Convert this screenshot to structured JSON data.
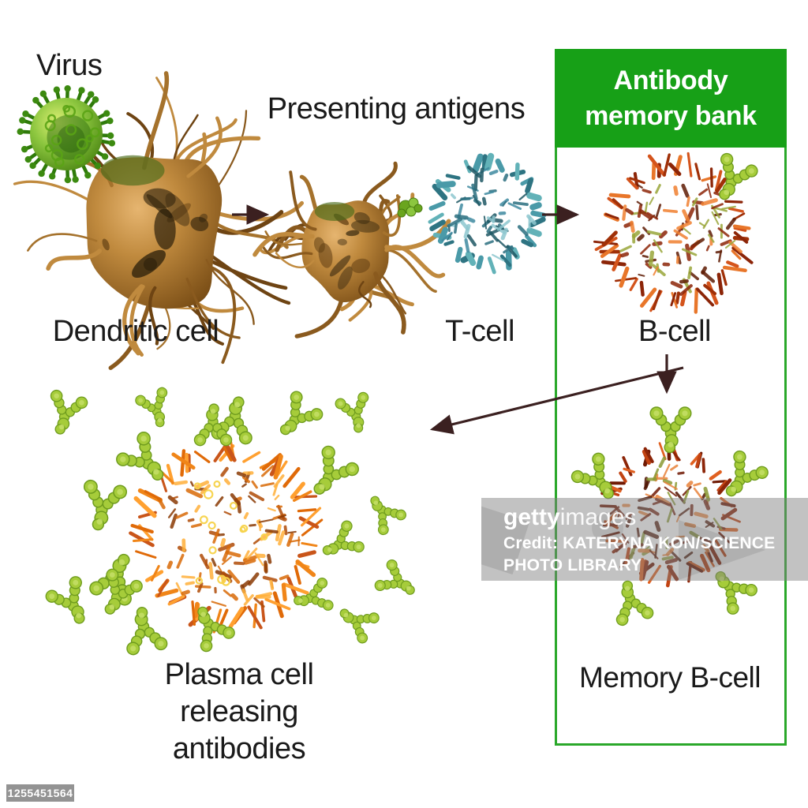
{
  "title": "Antibody memory bank immune response diagram",
  "labels": {
    "virus": "Virus",
    "presenting_antigens": "Presenting antigens",
    "dendritic_cell": "Dendritic cell",
    "t_cell": "T-cell",
    "b_cell": "B-cell",
    "banner_line1": "Antibody",
    "banner_line2": "memory bank",
    "memory_b_cell": "Memory B-cell",
    "plasma_line1": "Plasma cell",
    "plasma_line2": "releasing",
    "plasma_line3": "antibodies"
  },
  "watermark": {
    "brand_bold": "getty",
    "brand_regular": "images",
    "credit_line1": "Credit: KATERYNA KON/SCIENCE",
    "credit_line2": "PHOTO LIBRARY",
    "image_id": "1255451564"
  },
  "colors": {
    "banner_green": "#17a017",
    "border_green": "#2aa82a",
    "arrow_dark": "#3b2020",
    "text_black": "#1a1a1a",
    "virus_green": "#8cc63f",
    "dendritic_brown": "#c08a3e",
    "t_cell_teal": "#4f9ab0",
    "b_cell_red": "#d2531c",
    "memory_b_cell_red": "#c24312",
    "plasma_orange": "#f08c1c",
    "antibody_green": "#a6cc3a",
    "watermark_gray": "#808080"
  }
}
